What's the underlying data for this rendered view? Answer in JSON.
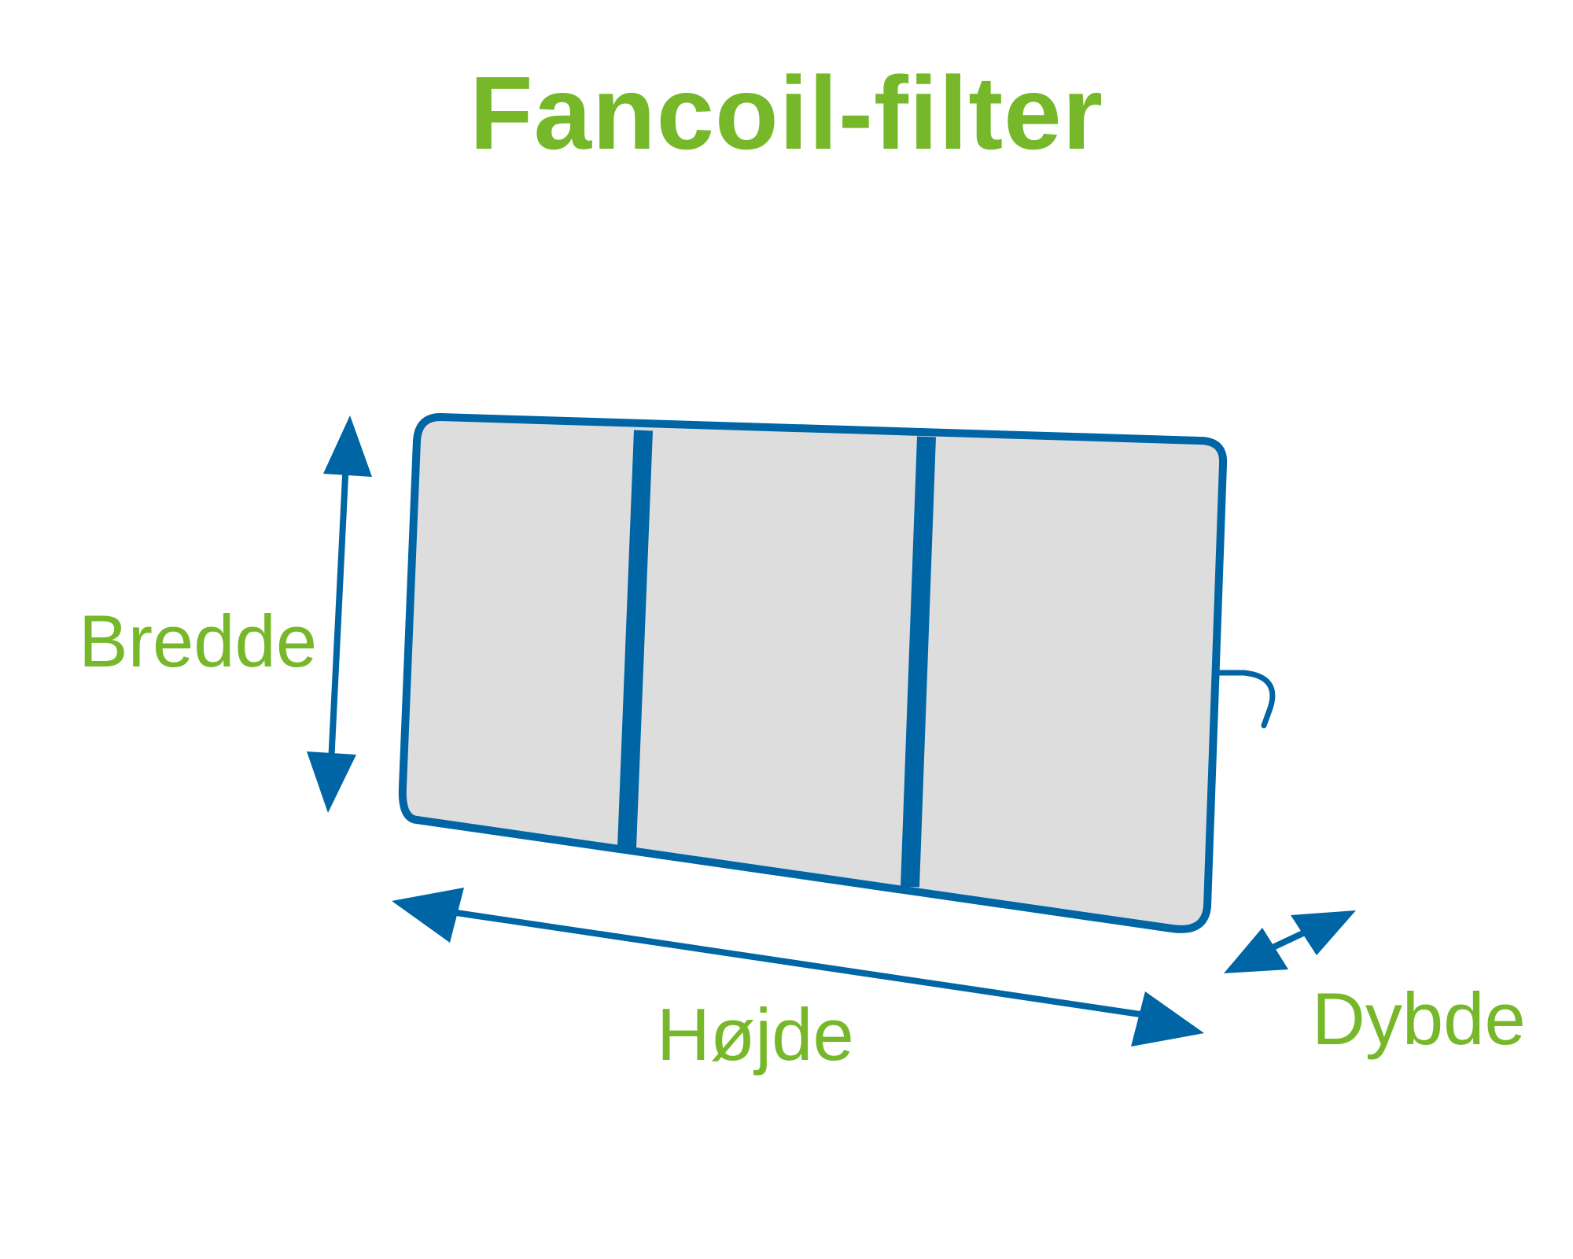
{
  "title": "Fancoil-filter",
  "labels": {
    "width": "Bredde",
    "height": "Højde",
    "depth": "Dybde"
  },
  "colors": {
    "title_green": "#76b82a",
    "label_green": "#76b82a",
    "frame_blue": "#0065a4",
    "filter_fill": "#dddddd",
    "background": "#ffffff"
  },
  "filter": {
    "panel_count": 3,
    "has_pull_tab": true
  }
}
